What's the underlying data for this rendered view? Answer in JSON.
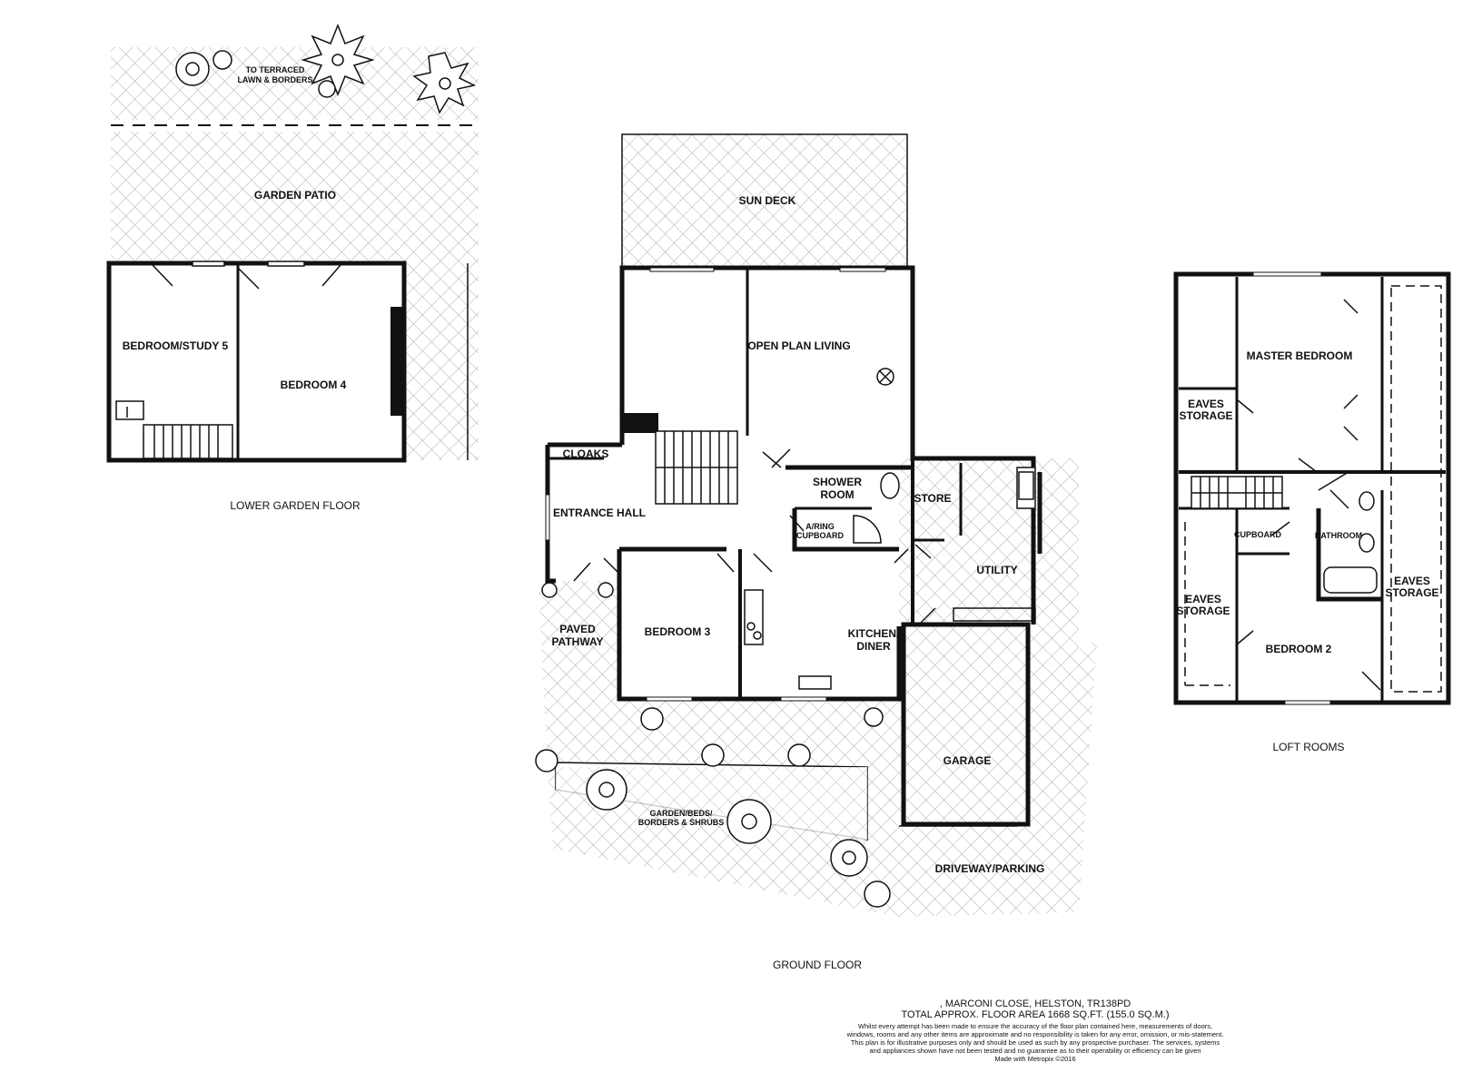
{
  "lower_garden_floor": {
    "caption": "LOWER GARDEN FLOOR",
    "rooms": {
      "terraced": "TO TERRACED\nLAWN & BORDERS",
      "patio": "GARDEN PATIO",
      "bed5": "BEDROOM/STUDY 5",
      "bed4": "BEDROOM 4"
    }
  },
  "ground_floor": {
    "caption": "GROUND FLOOR",
    "rooms": {
      "sundeck": "SUN DECK",
      "living": "OPEN PLAN LIVING",
      "cloaks": "CLOAKS",
      "hall": "ENTRANCE HALL",
      "shower1": "SHOWER",
      "shower2": "ROOM",
      "airing1": "A/RING",
      "airing2": "CUPBOARD",
      "store": "STORE",
      "utility": "UTILITY",
      "paved1": "PAVED",
      "paved2": "PATHWAY",
      "bed3": "BEDROOM 3",
      "kitchen1": "KITCHEN/",
      "kitchen2": "DINER",
      "garage": "GARAGE",
      "garden1": "GARDEN/BEDS/",
      "garden2": "BORDERS & SHRUBS",
      "driveway": "DRIVEWAY/PARKING"
    }
  },
  "loft": {
    "caption": "LOFT ROOMS",
    "rooms": {
      "master": "MASTER BEDROOM",
      "eaves_a1": "EAVES",
      "eaves_a2": "STORAGE",
      "eaves_b1": "EAVES",
      "eaves_b2": "STORAGE",
      "eaves_c1": "EAVES",
      "eaves_c2": "STORAGE",
      "cupboard": "CUPBOARD",
      "bathroom": "BATHROOM",
      "bed2": "BEDROOM 2"
    }
  },
  "footer": {
    "address": ", MARCONI CLOSE, HELSTON, TR138PD",
    "area": "TOTAL APPROX. FLOOR AREA 1668 SQ.FT. (155.0 SQ.M.)",
    "disclaimer": "Whilst every attempt has been made to ensure the accuracy of the floor plan contained here, measurements of doors, windows, rooms and any other items are approximate and no responsibility is taken for any error, omission, or mis-statement. This plan is for illustrative purposes only and should be used as such by any prospective purchaser. The services, systems and appliances shown have not been tested and no guarantee as to their operability or efficiency can be given",
    "made_with": "Made with Metropix ©2016"
  }
}
